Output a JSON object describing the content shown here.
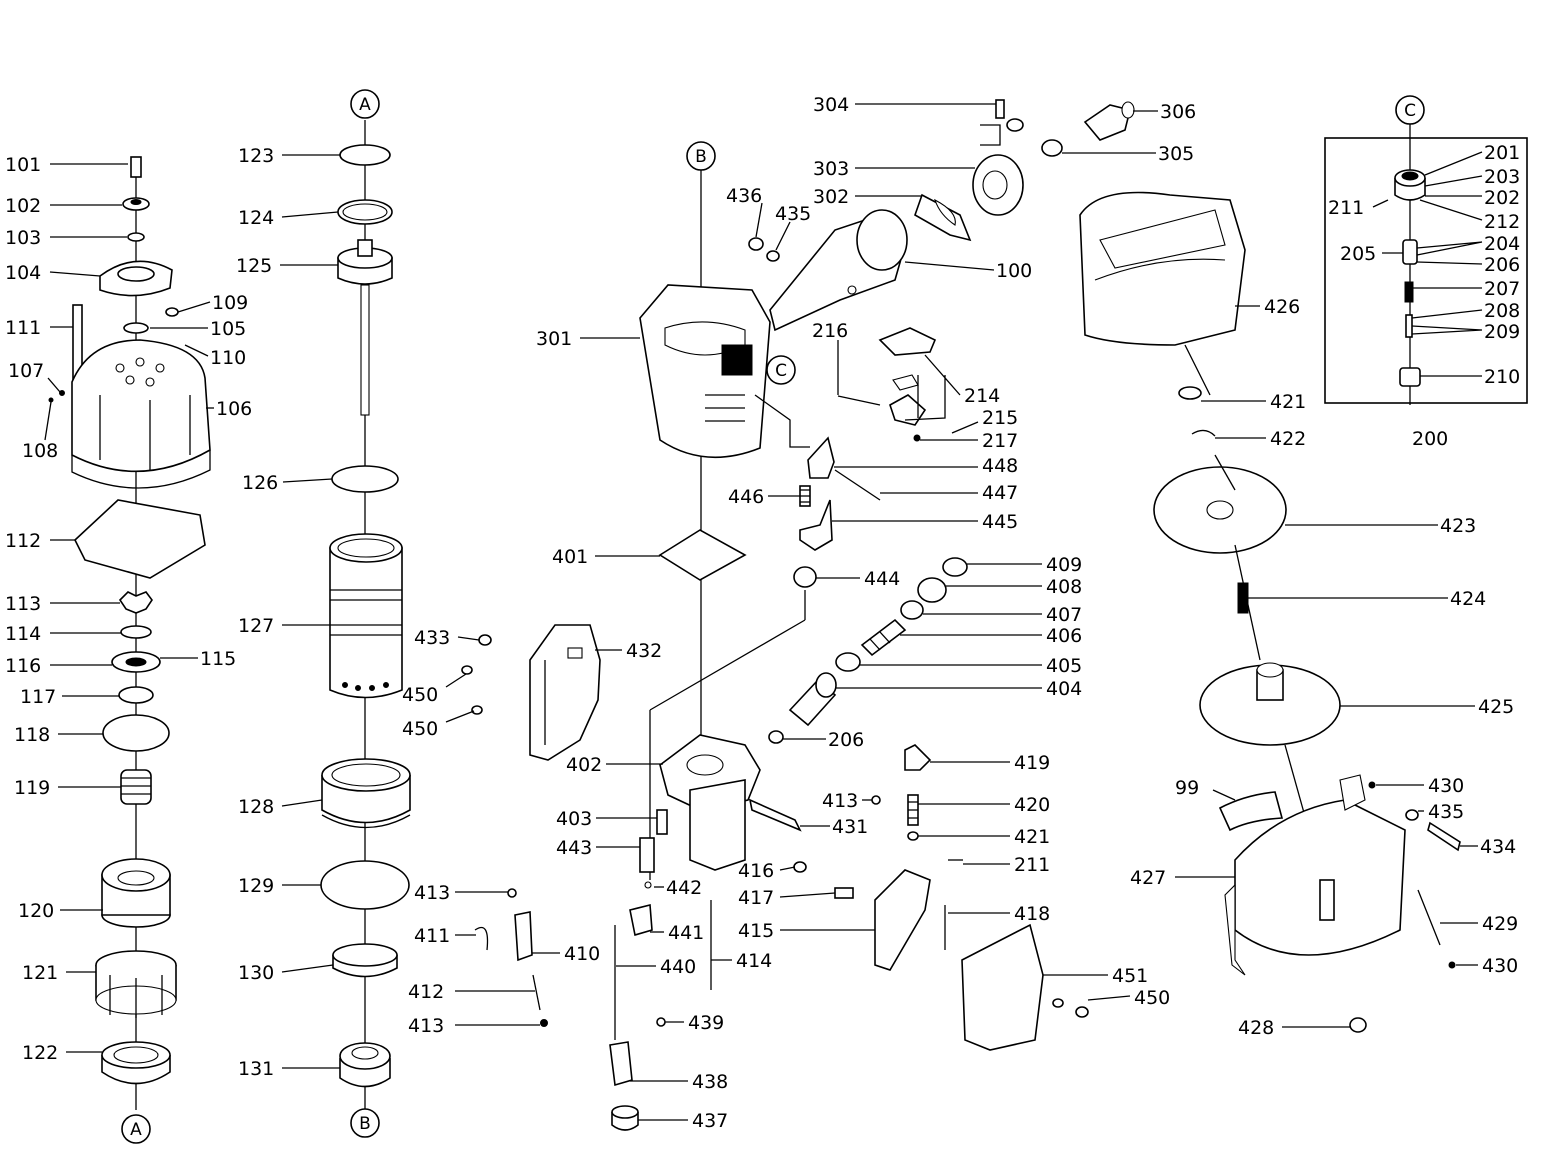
{
  "diagram": {
    "assembly_number": "200",
    "refs": [
      "A",
      "B",
      "C"
    ],
    "callouts": [
      "101",
      "102",
      "103",
      "104",
      "105",
      "106",
      "107",
      "108",
      "109",
      "110",
      "111",
      "112",
      "113",
      "114",
      "115",
      "116",
      "117",
      "118",
      "119",
      "120",
      "121",
      "122",
      "123",
      "124",
      "125",
      "126",
      "127",
      "128",
      "129",
      "130",
      "131",
      "304",
      "303",
      "302",
      "301",
      "306",
      "305",
      "100",
      "436",
      "435",
      "216",
      "214",
      "215",
      "217",
      "448",
      "447",
      "446",
      "445",
      "444",
      "401",
      "409",
      "408",
      "407",
      "406",
      "405",
      "404",
      "206",
      "433",
      "432",
      "450",
      "450",
      "402",
      "403",
      "443",
      "442",
      "431",
      "419",
      "413",
      "420",
      "421",
      "211",
      "418",
      "416",
      "417",
      "415",
      "451",
      "450",
      "413",
      "411",
      "410",
      "412",
      "413",
      "441",
      "440",
      "414",
      "439",
      "438",
      "437",
      "201",
      "203",
      "211",
      "202",
      "212",
      "204",
      "205",
      "206",
      "207",
      "208",
      "209",
      "210",
      "426",
      "421",
      "422",
      "423",
      "424",
      "425",
      "99",
      "430",
      "435",
      "434",
      "427",
      "429",
      "430",
      "428"
    ]
  }
}
